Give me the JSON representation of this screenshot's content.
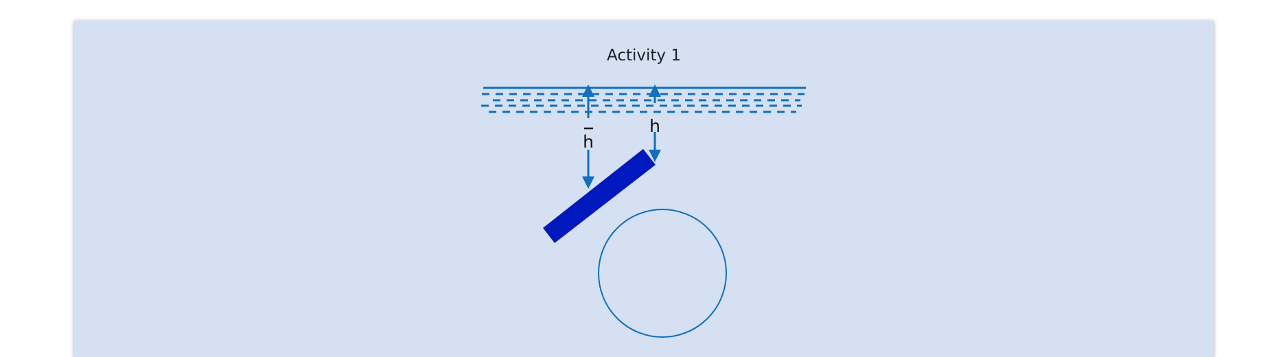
{
  "card": {
    "title": "Activity 1"
  },
  "diagram": {
    "labels": {
      "h_bar": "h",
      "h": "h"
    },
    "colors": {
      "water": "#0f6fc0",
      "plate": "#0019bf",
      "circle": "#0f6fc0",
      "background": "#d5e0f2"
    }
  }
}
